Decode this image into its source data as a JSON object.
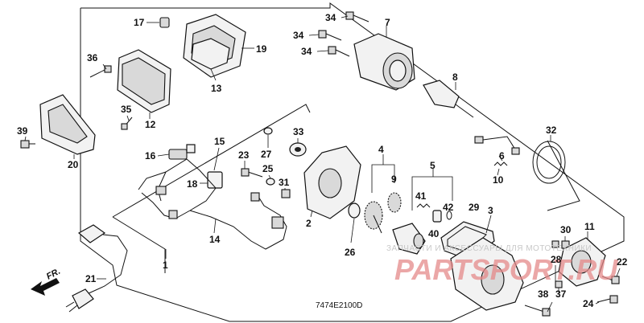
{
  "diagram": {
    "code": "7474E2100D",
    "direction_label": "FR.",
    "watermark": {
      "caption": "ЗАПЧАСТИ И АКСЕССУАРЫ ДЛЯ МОТОТЕХНИКИ",
      "logo": "PARTSPORT.RU"
    },
    "callouts": [
      {
        "n": "17"
      },
      {
        "n": "19"
      },
      {
        "n": "13"
      },
      {
        "n": "36"
      },
      {
        "n": "12"
      },
      {
        "n": "35"
      },
      {
        "n": "39"
      },
      {
        "n": "20"
      },
      {
        "n": "34a",
        "label": "34"
      },
      {
        "n": "34b",
        "label": "34"
      },
      {
        "n": "34c",
        "label": "34"
      },
      {
        "n": "7"
      },
      {
        "n": "8"
      },
      {
        "n": "32"
      },
      {
        "n": "6"
      },
      {
        "n": "10"
      },
      {
        "n": "33"
      },
      {
        "n": "27"
      },
      {
        "n": "16"
      },
      {
        "n": "15"
      },
      {
        "n": "23"
      },
      {
        "n": "25"
      },
      {
        "n": "18"
      },
      {
        "n": "31"
      },
      {
        "n": "2"
      },
      {
        "n": "4"
      },
      {
        "n": "9"
      },
      {
        "n": "5"
      },
      {
        "n": "41"
      },
      {
        "n": "42"
      },
      {
        "n": "40"
      },
      {
        "n": "26"
      },
      {
        "n": "29"
      },
      {
        "n": "3"
      },
      {
        "n": "30"
      },
      {
        "n": "11"
      },
      {
        "n": "28"
      },
      {
        "n": "22"
      },
      {
        "n": "14"
      },
      {
        "n": "1"
      },
      {
        "n": "21"
      },
      {
        "n": "38"
      },
      {
        "n": "37"
      },
      {
        "n": "24"
      }
    ]
  }
}
